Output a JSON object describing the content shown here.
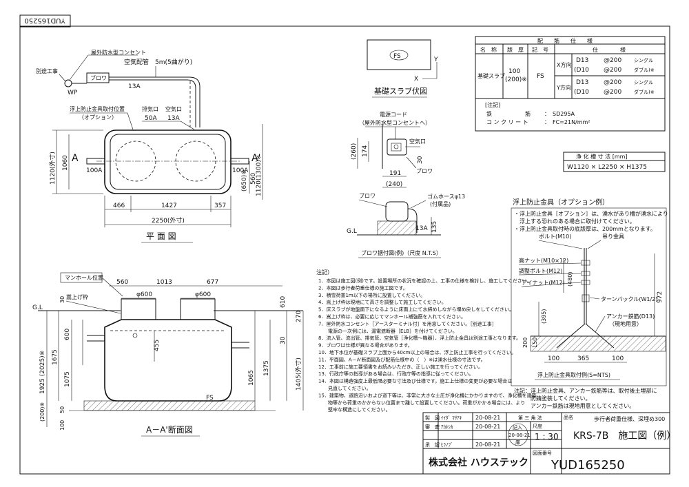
{
  "drawing_code": "YUD165250",
  "plan": {
    "label_power": "屋外防水型コンセント",
    "label_separate": "別途工事",
    "label_wp": "WP",
    "label_blower": "ブロワ",
    "label_air_pipe": "空気配管　5m(5曲がり)",
    "label_13a_top": "13A",
    "label_float_fix": "浮上防止金具取付位置",
    "label_option": "（オプション）",
    "label_exhaust": "排気口",
    "label_exhaust_size": "50A",
    "label_air_inlet": "空気口",
    "label_air_size": "13A",
    "label_a": "A",
    "label_a_prime": "A'",
    "label_in": "100A",
    "label_out": "100A",
    "dim_1120": "1120(外寸)",
    "dim_1060": "1060",
    "dim_right": "1120(1300)※",
    "dim_650": "(650)※",
    "dim_560": "560",
    "dim_466": "466",
    "dim_1427": "1427",
    "dim_357": "357",
    "dim_2250": "2250(外寸)",
    "title": "平 面 図"
  },
  "slab": {
    "label_fs": "FS",
    "axis_x": "X",
    "axis_y": "Y",
    "title": "基礎スラブ伏図"
  },
  "spec_table": {
    "header_main": "配　　筋　　仕　　様",
    "h_name": "名　称",
    "h_thick": "版　厚",
    "h_code": "記　号",
    "h_spec": "仕　　　　様",
    "name": "基礎スラブ",
    "thick": "100",
    "thick2": "(200)※",
    "code": "FS",
    "x_dir": "X方向",
    "y_dir": "Y方向",
    "x1_bar": "D13",
    "x1_pitch": "@200",
    "x1_type": "シングル",
    "x2_bar": "(D10",
    "x2_pitch": "@200",
    "x2_type": "ダブル)※",
    "y1_bar": "D13",
    "y1_pitch": "@200",
    "y1_type": "シングル",
    "y2_bar": "(D10",
    "y2_pitch": "@200",
    "y2_type": "ダブル)※",
    "note_title": "[注記]",
    "note_rebar_l": "鉄　　　　　　筋",
    "note_rebar_v": "：　SD295A",
    "note_conc_l": "コ ン ク リ ー ト",
    "note_conc_v": "：　FC=21N/mm²"
  },
  "size_box": {
    "title": "浄 化 槽 寸 法 [mm]",
    "value": "W1120 × L2250 × H1375"
  },
  "blower_detail": {
    "label_cord": "電源コード",
    "label_cord_sub": "（屋外防水型コンセントへ）",
    "label_air": "空気口",
    "label_blower": "ブロワ",
    "dim_260": "(260)",
    "dim_174": "174",
    "dim_30": "30",
    "dim_191": "191",
    "dim_240": "(240)",
    "label_blower2": "ブロワ",
    "label_hose": "ゴムホースφ13",
    "label_hose_sub": "(付属品)",
    "label_gl": "G.L",
    "label_13a": "13A",
    "dim_135": "135",
    "title": "ブロワ据付図(例)（尺度 N.T.S）"
  },
  "notes": {
    "title": "注記）",
    "items": [
      "1．本図は施工図(例)です。設置場所の状況を確認の上、工事の仕様を検討し、施工してください。",
      "2．本図は歩行者荷重仕様の施工図です。",
      "3．積雪荷重1m以下の場所に設置してください。",
      "4．嵩上げ枠は現地にて高さを調整して施工してください。",
      "5．床スラブが地盤面下になるように床面上にて水締めしながら埋め戻しをしてください。",
      "6．嵩上げ枠は、必要に応じてマンホール補強筋を入れてください。",
      "7．屋外防水コンセント［アースターミナル付］を用意してください。［別途工事］",
      "　　電源の一次側には、漏電遮断器［ELB］を付けてください。",
      "8．流入管、流出管、排気管、空気管［浄化槽～機器］、浮上防止金具は別途工事となります。",
      "9．ブロワは仕様が異なる場合があります。",
      "10．地下水位が基礎スラブ上面から40cm以上の場合は、浮上防止工事を行ってください。",
      "11．平面図、A－A'断面図及び配筋仕様中の（　）※は湧水仕様の寸法です。",
      "12．工事前に施工要領書をお読みいただき、正しい施工を行ってください。",
      "13．行政庁等の指導がある場合は、行政庁等の指導に従ってください。",
      "14．本図は構造強度上最低限必要な寸法及び仕様です。施工上仕様の変更が必要な場合は",
      "　　見直してください。",
      "15．建築物、道路沿いおよび道下等は、非常に大きな土圧が浄化槽にかかりますので、浄化槽を建築",
      "　　物等から荷重のかからない位置まで離して設置してください。荷重がかかる場合には、より",
      "　　堅牢な構造にしてください。"
    ]
  },
  "section": {
    "label_manhole": "マンホール位置",
    "label_frame": "嵩上げ枠",
    "label_gl": "G.L",
    "dim_560": "560",
    "dim_1013": "1013",
    "dim_677": "677",
    "label_phi1": "φ600",
    "label_phi2": "φ600",
    "dim_30": "30",
    "dim_610": "610",
    "dim_270": "270",
    "dim_600": "600",
    "dim_455": "455",
    "dim_30b": "30",
    "dim_1675": "1675",
    "dim_1075": "1075",
    "dim_1065": "1065",
    "dim_1375": "1375",
    "dim_1405": "1405(外寸)",
    "dim_1925": "1925 (2025)※",
    "dim_200": "(200)※",
    "dim_50": "50",
    "dim_100": "100",
    "label_fs": "FS",
    "title": "A－A'断面図"
  },
  "float_detail": {
    "title": "浮上防止金具（オプション例）",
    "desc": [
      "・浮上防止金具［オプション］は、湧水があり槽が湧水により",
      "　浮上する恐れのある場合に取付けてください。",
      "・浮上防止金具取付時の底版厚は、200mmとなります。"
    ],
    "label_bolt": "ボルト(M10)",
    "label_hanger": "吊り金具",
    "label_nut_high": "高ナット(M10×12)",
    "label_adj_bolt": "調整ボルト(M12)",
    "label_eye_nut": "アイナット(M12)",
    "label_turnbuckle": "ターンバックル(W1/2)",
    "label_anchor": "アンカー鉄筋(D13)",
    "label_anchor_sub": "（現地用意）",
    "dim_480": "(480)",
    "dim_972": "972",
    "dim_395": "(395)",
    "dim_150": "150",
    "dim_200": "200",
    "dim_100a": "100",
    "dim_365": "365",
    "dim_100b": "100",
    "title2": "浮上防止金具取付例(S=NTS)",
    "note1": "注記：浮上防止金具、アンカー鉄筋等は、取付後土埋部に",
    "note2": "　　　防錆塗装してください。",
    "note3": "　　　アンカー鉄筋は現地用意としてください。"
  },
  "title_block": {
    "r1_l": "製　図",
    "r1_n": "ｲｲﾀﾞ ﾏｻｱｷ",
    "r1_d": "20-08-21",
    "r2_l": "審　査",
    "r2_n": "ｱｶﾎｼｶ",
    "r2_d": "20-08-21",
    "r3_l": "承　認",
    "r3_n": "ﾋﾗﾉﾌﾞ",
    "r3_d": "20-08-21",
    "angle": "第 三 角 法",
    "scale_l": "尺度",
    "scale": "1 : 30",
    "stamp_top": "記入",
    "stamp_date": "20-08-21",
    "stamp_bot": "庫",
    "name_l": "品名",
    "product_sub": "歩行者荷重仕様、深埋め300",
    "product": "KRS-7B　施工図（例）",
    "code_l": "図面番号",
    "company": "株式会社 ハウステック",
    "code": "YUD165250"
  }
}
